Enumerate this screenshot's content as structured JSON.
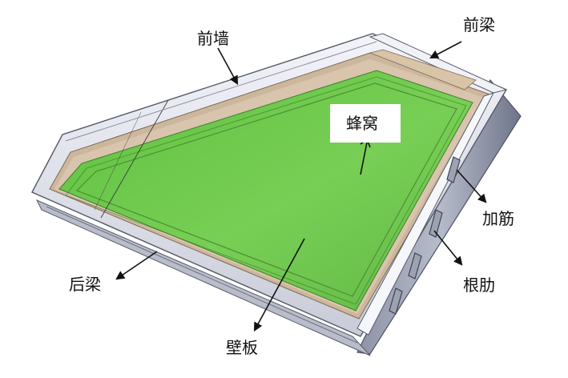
{
  "labels": {
    "front_wall": "前墙",
    "front_beam": "前梁",
    "honeycomb": "蜂窝",
    "stiffener": "加筋",
    "rear_beam": "后梁",
    "root_rib": "根肋",
    "wall_panel": "壁板"
  },
  "colors": {
    "panel_green": "#6fcb4a",
    "frame_gray": "#e6e8f2",
    "frame_edge": "#555a66",
    "beige_lip": "#cdb79c",
    "arrow": "#111111"
  }
}
